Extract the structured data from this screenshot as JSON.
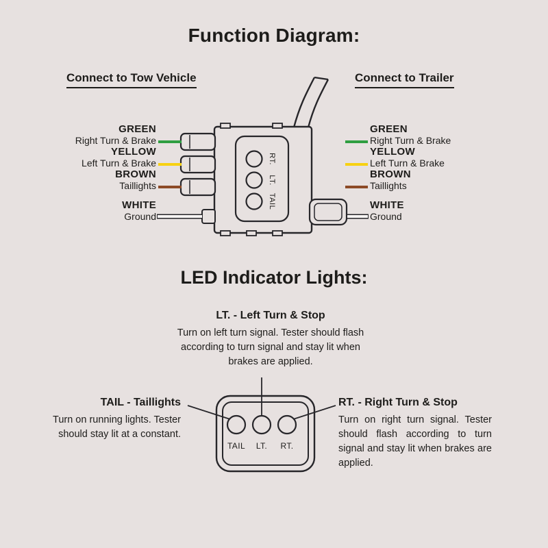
{
  "page": {
    "background_color": "#e7e1e0",
    "text_color": "#1d1c1a",
    "line_color": "#27262a"
  },
  "function_diagram": {
    "title": "Function Diagram:",
    "tow_heading": "Connect to Tow Vehicle",
    "trailer_heading": "Connect to Trailer",
    "wires": [
      {
        "name": "GREEN",
        "function": "Right Turn & Brake",
        "color": "#2f9e41"
      },
      {
        "name": "YELLOW",
        "function": "Left Turn & Brake",
        "color": "#f7d112"
      },
      {
        "name": "BROWN",
        "function": "Taillights",
        "color": "#8c4a26"
      },
      {
        "name": "WHITE",
        "function": "Ground",
        "color": "#f8f5f4"
      }
    ],
    "tester_leds": [
      "RT.",
      "LT.",
      "TAIL"
    ]
  },
  "led_section": {
    "title": "LED Indicator Lights:",
    "callouts": {
      "lt": {
        "heading": "LT. - Left Turn & Stop",
        "body": "Turn on left turn signal.  Tester should flash according to turn signal and stay lit when brakes are applied."
      },
      "tail": {
        "heading": "TAIL - Taillights",
        "body": "Turn on running lights. Tester should stay lit at a constant."
      },
      "rt": {
        "heading": "RT. - Right Turn & Stop",
        "body": "Turn on right turn signal.  Tester should flash according to turn signal and stay lit when brakes are applied."
      }
    },
    "device_leds": [
      "TAIL",
      "LT.",
      "RT."
    ]
  }
}
